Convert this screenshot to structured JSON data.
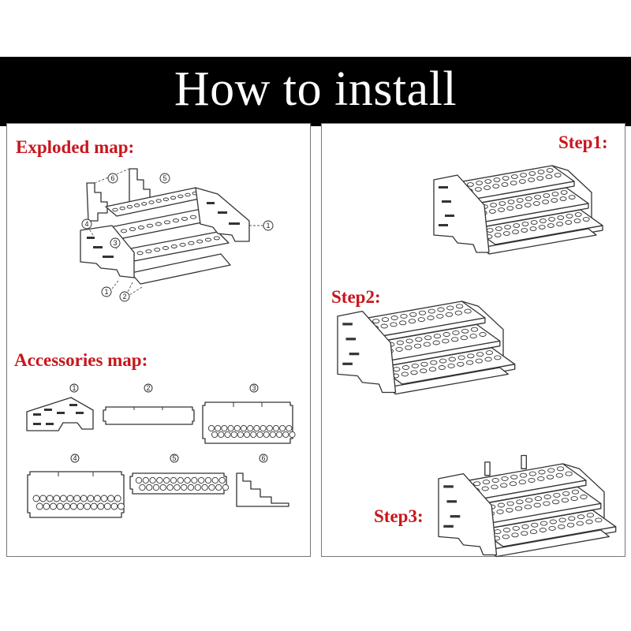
{
  "header": {
    "title": "How to install",
    "background": "#000000",
    "text_color": "#ffffff"
  },
  "accent_color": "#c8161d",
  "left_panel": {
    "exploded_label": "Exploded map:",
    "accessories_label": "Accessories map:",
    "exploded_part_numbers": [
      "6",
      "5",
      "4",
      "3",
      "1",
      "1",
      "2"
    ],
    "accessory_numbers": [
      "1",
      "2",
      "3",
      "4",
      "5",
      "6"
    ]
  },
  "right_panel": {
    "steps": [
      {
        "label": "Step1:"
      },
      {
        "label": "Step2:"
      },
      {
        "label": "Step3:"
      }
    ]
  }
}
